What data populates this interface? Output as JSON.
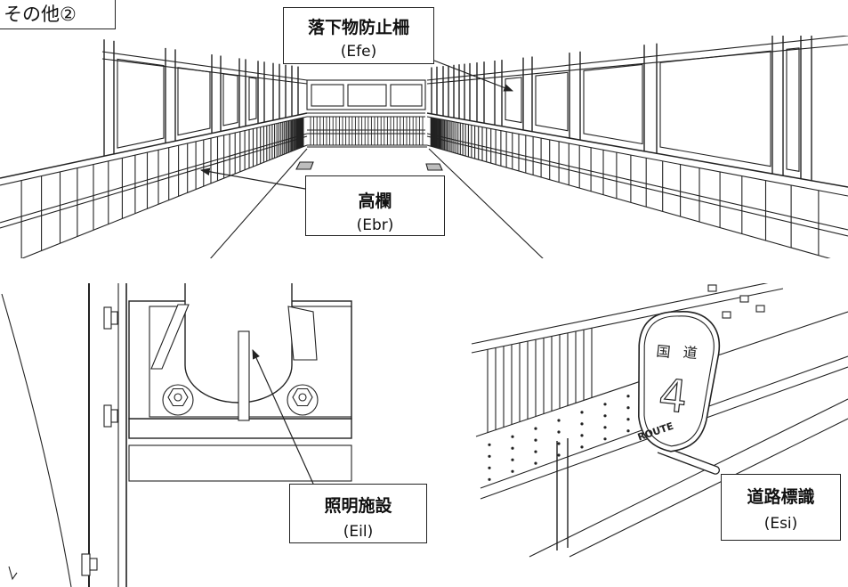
{
  "section_label": "その他②",
  "callouts": [
    {
      "title": "落下物防止柵",
      "code": "(Efe)"
    },
    {
      "title": "高欄",
      "code": "(Ebr)"
    },
    {
      "title": "照明施設",
      "code": "(Eil)"
    },
    {
      "title": "道路標識",
      "code": "(Esi)"
    }
  ],
  "road_sign": {
    "kanji_left": "国",
    "kanji_right": "道",
    "route_number": "4",
    "route_word": "ROUTE"
  },
  "colors": {
    "line": "#222222",
    "background": "#ffffff"
  }
}
